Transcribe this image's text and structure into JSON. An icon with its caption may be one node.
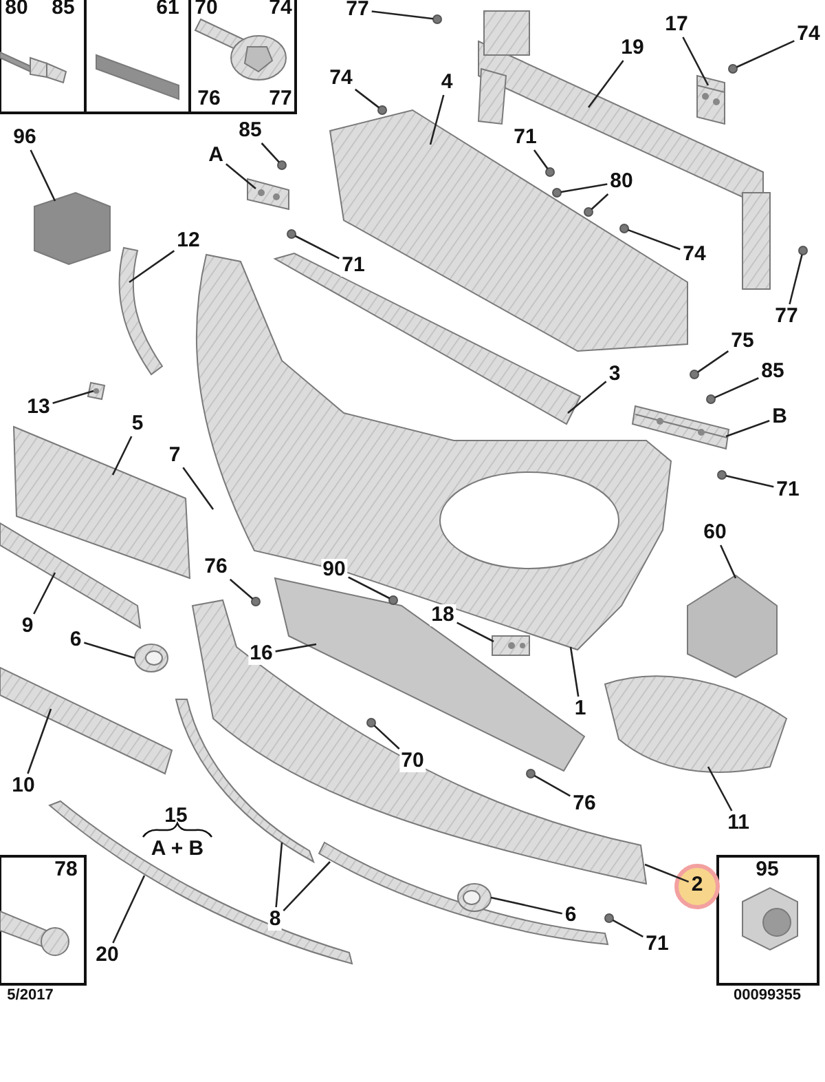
{
  "diagram": {
    "nodes": [
      {
        "text": [
          "77"
        ]
      },
      {
        "text": [
          "17"
        ]
      },
      {
        "text": [
          "74"
        ]
      },
      {
        "text": [
          "19"
        ]
      },
      {
        "text": [
          "74"
        ]
      },
      {
        "text": [
          "4"
        ]
      },
      {
        "text": [
          "96"
        ]
      },
      {
        "text": [
          "85"
        ]
      },
      {
        "text": [
          "A"
        ]
      },
      {
        "text": [
          "71"
        ]
      },
      {
        "text": [
          "80"
        ]
      },
      {
        "text": [
          "74"
        ]
      },
      {
        "text": [
          "12"
        ]
      },
      {
        "text": [
          "71"
        ]
      },
      {
        "text": [
          "75"
        ]
      },
      {
        "text": [
          "77"
        ]
      },
      {
        "text": [
          "85"
        ]
      },
      {
        "text": [
          "3"
        ]
      },
      {
        "text": [
          "13"
        ]
      },
      {
        "text": [
          "B"
        ]
      },
      {
        "text": [
          "5"
        ]
      },
      {
        "text": [
          "7"
        ]
      },
      {
        "text": [
          "71"
        ]
      },
      {
        "text": [
          "60"
        ]
      },
      {
        "text": [
          "76"
        ]
      },
      {
        "text": [
          "90"
        ]
      },
      {
        "text": [
          "9"
        ]
      },
      {
        "text": [
          "18"
        ]
      },
      {
        "text": [
          "6"
        ]
      },
      {
        "text": [
          "16"
        ]
      },
      {
        "text": [
          "1"
        ]
      },
      {
        "text": [
          "70"
        ]
      },
      {
        "text": [
          "10"
        ]
      },
      {
        "text": [
          "76"
        ]
      },
      {
        "text": [
          "11"
        ]
      },
      {
        "text": [
          "2"
        ]
      },
      {
        "text": [
          "8"
        ]
      },
      {
        "text": [
          "6"
        ]
      },
      {
        "text": [
          "20"
        ]
      },
      {
        "text": [
          "71"
        ]
      },
      {
        "text": [],
        "shape": "circle"
      },
      {
        "text": [],
        "shape": "picture"
      },
      {
        "text": [],
        "shape": "circle"
      },
      {
        "text": [],
        "shape": "picture"
      },
      {
        "text": [],
        "shape": "circle"
      },
      {
        "text": [],
        "shape": "picture"
      },
      {
        "text": [],
        "shape": "picture"
      },
      {
        "text": [],
        "shape": "circle"
      },
      {
        "text": [],
        "shape": "picture"
      },
      {
        "text": [],
        "shape": "circle"
      },
      {
        "text": [],
        "shape": "circle"
      },
      {
        "text": [],
        "shape": "circle"
      },
      {
        "text": [],
        "shape": "circle"
      },
      {
        "text": [],
        "shape": "picture"
      },
      {
        "text": [],
        "shape": "circle"
      },
      {
        "text": [],
        "shape": "circle"
      },
      {
        "text": [],
        "shape": "circle"
      },
      {
        "text": [],
        "shape": "circle"
      },
      {
        "text": [],
        "shape": "picture"
      },
      {
        "text": [],
        "shape": "picture"
      },
      {
        "text": [],
        "shape": "picture"
      },
      {
        "text": [],
        "shape": "picture"
      },
      {
        "text": [],
        "shape": "circle"
      },
      {
        "text": [],
        "shape": "picture"
      },
      {
        "text": [],
        "shape": "circle"
      },
      {
        "text": [],
        "shape": "circle"
      },
      {
        "text": [],
        "shape": "picture"
      },
      {
        "text": [],
        "shape": "picture"
      },
      {
        "text": [],
        "shape": "picture"
      },
      {
        "text": [],
        "shape": "picture"
      },
      {
        "text": [],
        "shape": "picture"
      },
      {
        "text": [],
        "shape": "circle"
      },
      {
        "text": [],
        "shape": "picture"
      },
      {
        "text": [],
        "shape": "circle"
      },
      {
        "text": [],
        "shape": "picture"
      },
      {
        "text": [],
        "shape": "picture"
      },
      {
        "text": [],
        "shape": "picture"
      },
      {
        "text": [],
        "shape": "picture"
      },
      {
        "text": [],
        "shape": "picture"
      },
      {
        "text": [],
        "shape": "picture"
      },
      {
        "text": [],
        "shape": "circle"
      }
    ],
    "edges": [
      {
        "from": 0,
        "to": 40,
        "arrow": "none"
      },
      {
        "from": 1,
        "to": 41,
        "arrow": "none"
      },
      {
        "from": 2,
        "to": 42,
        "arrow": "none"
      },
      {
        "from": 3,
        "to": 43,
        "arrow": "none"
      },
      {
        "from": 4,
        "to": 44,
        "arrow": "none"
      },
      {
        "from": 5,
        "to": 45,
        "arrow": "none"
      },
      {
        "from": 6,
        "to": 46,
        "arrow": "none"
      },
      {
        "from": 7,
        "to": 47,
        "arrow": "none"
      },
      {
        "from": 8,
        "to": 48,
        "arrow": "none"
      },
      {
        "from": 9,
        "to": 49,
        "arrow": "none"
      },
      {
        "from": 10,
        "to": 50,
        "arrow": "none"
      },
      {
        "from": 10,
        "to": 51,
        "arrow": "none"
      },
      {
        "from": 11,
        "to": 52,
        "arrow": "none"
      },
      {
        "from": 12,
        "to": 53,
        "arrow": "none"
      },
      {
        "from": 13,
        "to": 54,
        "arrow": "none"
      },
      {
        "from": 14,
        "to": 55,
        "arrow": "none"
      },
      {
        "from": 15,
        "to": 56,
        "arrow": "none"
      },
      {
        "from": 16,
        "to": 57,
        "arrow": "none"
      },
      {
        "from": 17,
        "to": 58,
        "arrow": "none"
      },
      {
        "from": 18,
        "to": 59,
        "arrow": "none"
      },
      {
        "from": 19,
        "to": 60,
        "arrow": "none"
      },
      {
        "from": 20,
        "to": 61,
        "arrow": "none"
      },
      {
        "from": 21,
        "to": null,
        "arrow": "none"
      },
      {
        "from": 22,
        "to": 62,
        "arrow": "none"
      },
      {
        "from": 23,
        "to": 63,
        "arrow": "none"
      },
      {
        "from": 24,
        "to": 64,
        "arrow": "none"
      },
      {
        "from": 25,
        "to": 65,
        "arrow": "none"
      },
      {
        "from": 26,
        "to": 66,
        "arrow": "none"
      },
      {
        "from": 27,
        "to": 67,
        "arrow": "none"
      },
      {
        "from": 28,
        "to": 68,
        "arrow": "none"
      },
      {
        "from": 29,
        "to": 69,
        "arrow": "none"
      },
      {
        "from": 30,
        "to": 70,
        "arrow": "none"
      },
      {
        "from": 31,
        "to": 71,
        "arrow": "none"
      },
      {
        "from": 32,
        "to": 72,
        "arrow": "none"
      },
      {
        "from": 33,
        "to": 73,
        "arrow": "none"
      },
      {
        "from": 34,
        "to": 74,
        "arrow": "none"
      },
      {
        "from": 35,
        "to": 75,
        "arrow": "none"
      },
      {
        "from": 36,
        "to": 76,
        "arrow": "none"
      },
      {
        "from": 36,
        "to": 77,
        "arrow": "none"
      },
      {
        "from": 37,
        "to": 78,
        "arrow": "none"
      },
      {
        "from": 38,
        "to": 79,
        "arrow": "none"
      },
      {
        "from": 39,
        "to": 80,
        "arrow": "none"
      }
    ],
    "labels": [
      "80",
      "85",
      "61",
      "70",
      "74",
      "76",
      "77",
      "15",
      "A + B",
      "78",
      "5/2017",
      "95",
      "00099355"
    ]
  }
}
